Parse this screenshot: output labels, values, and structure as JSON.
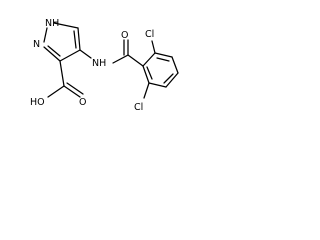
{
  "atoms": {
    "nh_ring": "NH",
    "n_ring": "N",
    "oh": "HO",
    "carbonyl_acid_o": "O",
    "amide_nh": "NH",
    "amide_o": "O",
    "cl_top": "Cl",
    "cl_bottom": "Cl"
  },
  "colors": {
    "bond": "#000000",
    "text": "#000000",
    "background": "#ffffff"
  }
}
